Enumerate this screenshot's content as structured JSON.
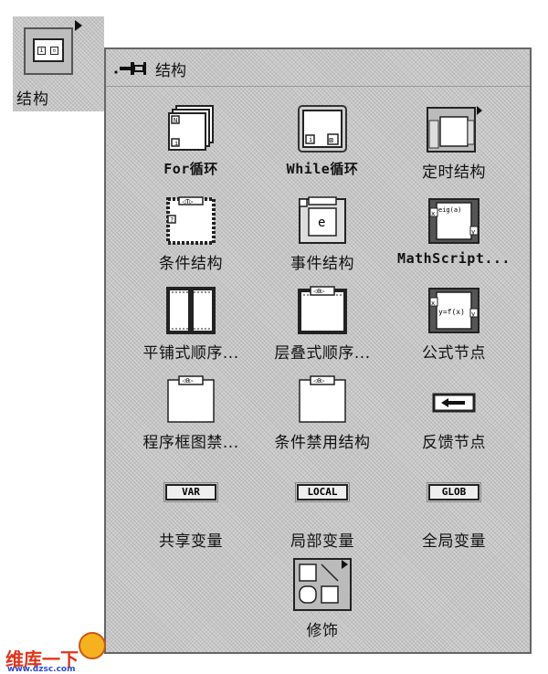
{
  "sidebar": {
    "label": "结构",
    "icon": "structures-palette-icon"
  },
  "palette": {
    "title": "结构",
    "items": [
      {
        "id": "for-loop",
        "label": "For循环",
        "icon": "for-loop-icon"
      },
      {
        "id": "while-loop",
        "label": "While循环",
        "icon": "while-loop-icon"
      },
      {
        "id": "timed-structure",
        "label": "定时结构",
        "icon": "timed-structure-icon"
      },
      {
        "id": "case-structure",
        "label": "条件结构",
        "icon": "case-structure-icon"
      },
      {
        "id": "event-structure",
        "label": "事件结构",
        "icon": "event-structure-icon"
      },
      {
        "id": "mathscript",
        "label": "MathScript...",
        "icon": "mathscript-node-icon"
      },
      {
        "id": "flat-sequence",
        "label": "平铺式顺序...",
        "icon": "flat-sequence-icon"
      },
      {
        "id": "stacked-sequence",
        "label": "层叠式顺序...",
        "icon": "stacked-sequence-icon"
      },
      {
        "id": "formula-node",
        "label": "公式节点",
        "icon": "formula-node-icon"
      },
      {
        "id": "diagram-disable",
        "label": "程序框图禁...",
        "icon": "diagram-disable-icon"
      },
      {
        "id": "conditional-disable",
        "label": "条件禁用结构",
        "icon": "conditional-disable-icon"
      },
      {
        "id": "feedback-node",
        "label": "反馈节点",
        "icon": "feedback-node-icon"
      },
      {
        "id": "shared-variable",
        "label": "共享变量",
        "icon": "shared-variable-icon",
        "badge": "VAR"
      },
      {
        "id": "local-variable",
        "label": "局部变量",
        "icon": "local-variable-icon",
        "badge": "LOCAL"
      },
      {
        "id": "global-variable",
        "label": "全局变量",
        "icon": "global-variable-icon",
        "badge": "GLOB"
      },
      {
        "id": "decorations",
        "label": "修饰",
        "icon": "decorations-icon"
      }
    ]
  },
  "icon_text": {
    "event": "e",
    "mathscript": "eig(a)",
    "formula": "y=f(x)",
    "seq_tab": "◁0▷"
  },
  "watermark": {
    "text": "维库一下",
    "url": "www.dzsc.com"
  },
  "colors": {
    "palette_bg": "#c8c8c8",
    "watermark": "#e0341a"
  }
}
